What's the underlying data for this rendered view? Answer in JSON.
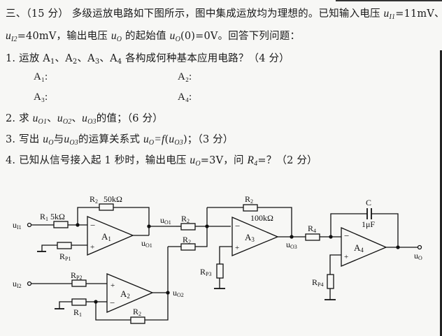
{
  "question": {
    "header_number": "三、",
    "points": "（15 分）",
    "intro_text": "多级运放电路如下图所示，图中集成运放均为理想的。已知输入电压",
    "ui1_var": "u",
    "ui1_sub": "I1",
    "ui1_value": "=11mV、",
    "ui2_var": "u",
    "ui2_sub": "I2",
    "ui2_value": "=40mV，输出电压",
    "uo_var": "u",
    "uo_sub": "O",
    "initial_text": "的起始值",
    "uo0_var": "u",
    "uo0_sub": "O",
    "uo0_value": "(0)=0V。回答下列问题："
  },
  "sub_questions": [
    {
      "number": "1.",
      "text_a": "运放 A",
      "text_rest": "各构成何种基本应用电路？（4 分）",
      "answers": [
        "A₁:",
        "A₂:",
        "A₃:",
        "A₄:"
      ]
    },
    {
      "number": "2.",
      "text_pre": "求",
      "vars": [
        "uO1",
        "uO2",
        "uO3"
      ],
      "text_post": "的值；（6 分）"
    },
    {
      "number": "3.",
      "text_pre": "写出",
      "text_mid": "与",
      "text_mid2": "的运算关系式",
      "text_post": "；（3 分）"
    },
    {
      "number": "4.",
      "text_pre": "已知从信号接入起 1 秒时，输出电压",
      "value": "=3V，问",
      "r4": "R",
      "r4_sub": "4",
      "text_post": "=？（2 分）"
    }
  ],
  "circuit": {
    "labels": {
      "ui1": "u",
      "ui1_sub": "I1",
      "ui2": "u",
      "ui2_sub": "I2",
      "r1_a1": "R",
      "r1_a1_sub": "1",
      "r1_a1_value": "5kΩ",
      "r2_a1": "R",
      "r2_a1_sub": "2",
      "r2_a1_value": "50kΩ",
      "rp1": "R",
      "rp1_sub": "P1",
      "a1": "A",
      "a1_sub": "1",
      "uo1": "u",
      "uo1_sub": "O1",
      "rp2": "R",
      "rp2_sub": "P2",
      "r1_a2": "R",
      "r1_a2_sub": "1",
      "r2_a2": "R",
      "r2_a2_sub": "2",
      "a2": "A",
      "a2_sub": "2",
      "uo2": "u",
      "uo2_sub": "O2",
      "r2_in1": "R",
      "r2_in1_sub": "2",
      "r2_in2": "R",
      "r2_in2_sub": "2",
      "r2_fb3": "R",
      "r2_fb3_sub": "2",
      "r2_fb3_value": "100kΩ",
      "rp3": "R",
      "rp3_sub": "P3",
      "a3": "A",
      "a3_sub": "3",
      "uo3": "u",
      "uo3_sub": "O3",
      "r4": "R",
      "r4_sub": "4",
      "c": "C",
      "c_value": "1μF",
      "rp4": "R",
      "rp4_sub": "P4",
      "a4": "A",
      "a4_sub": "4",
      "uo": "u",
      "uo_sub": "O",
      "minus": "−",
      "plus": "+"
    }
  }
}
